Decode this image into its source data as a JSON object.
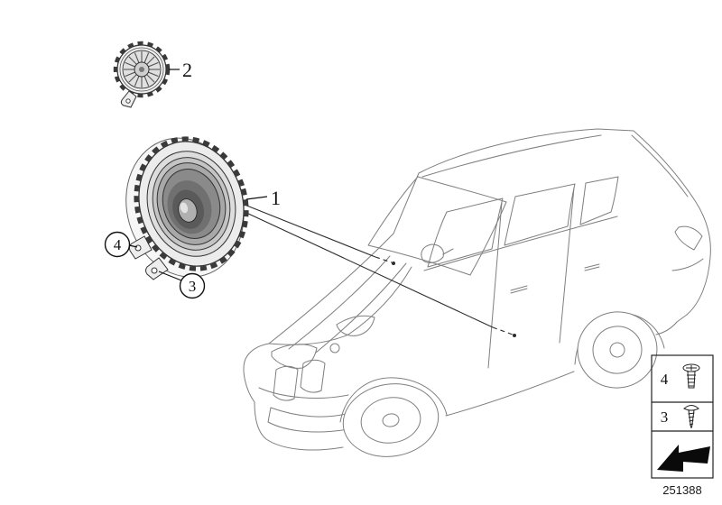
{
  "diagram": {
    "part_number": "251388",
    "callouts": {
      "item1": {
        "label": "1"
      },
      "item2": {
        "label": "2"
      },
      "item3": {
        "label": "3"
      },
      "item4": {
        "label": "4"
      }
    },
    "legend": {
      "rows": [
        {
          "label": "4",
          "icon": "expansion-rivet-icon"
        },
        {
          "label": "3",
          "icon": "screw-icon"
        },
        {
          "label": "",
          "icon": "direction-arrow-icon"
        }
      ]
    },
    "colors": {
      "background": "#ffffff",
      "car_line": "#7f7f7f",
      "part_line": "#2b2b2b",
      "arrow_fill": "#0a0a0a"
    }
  }
}
